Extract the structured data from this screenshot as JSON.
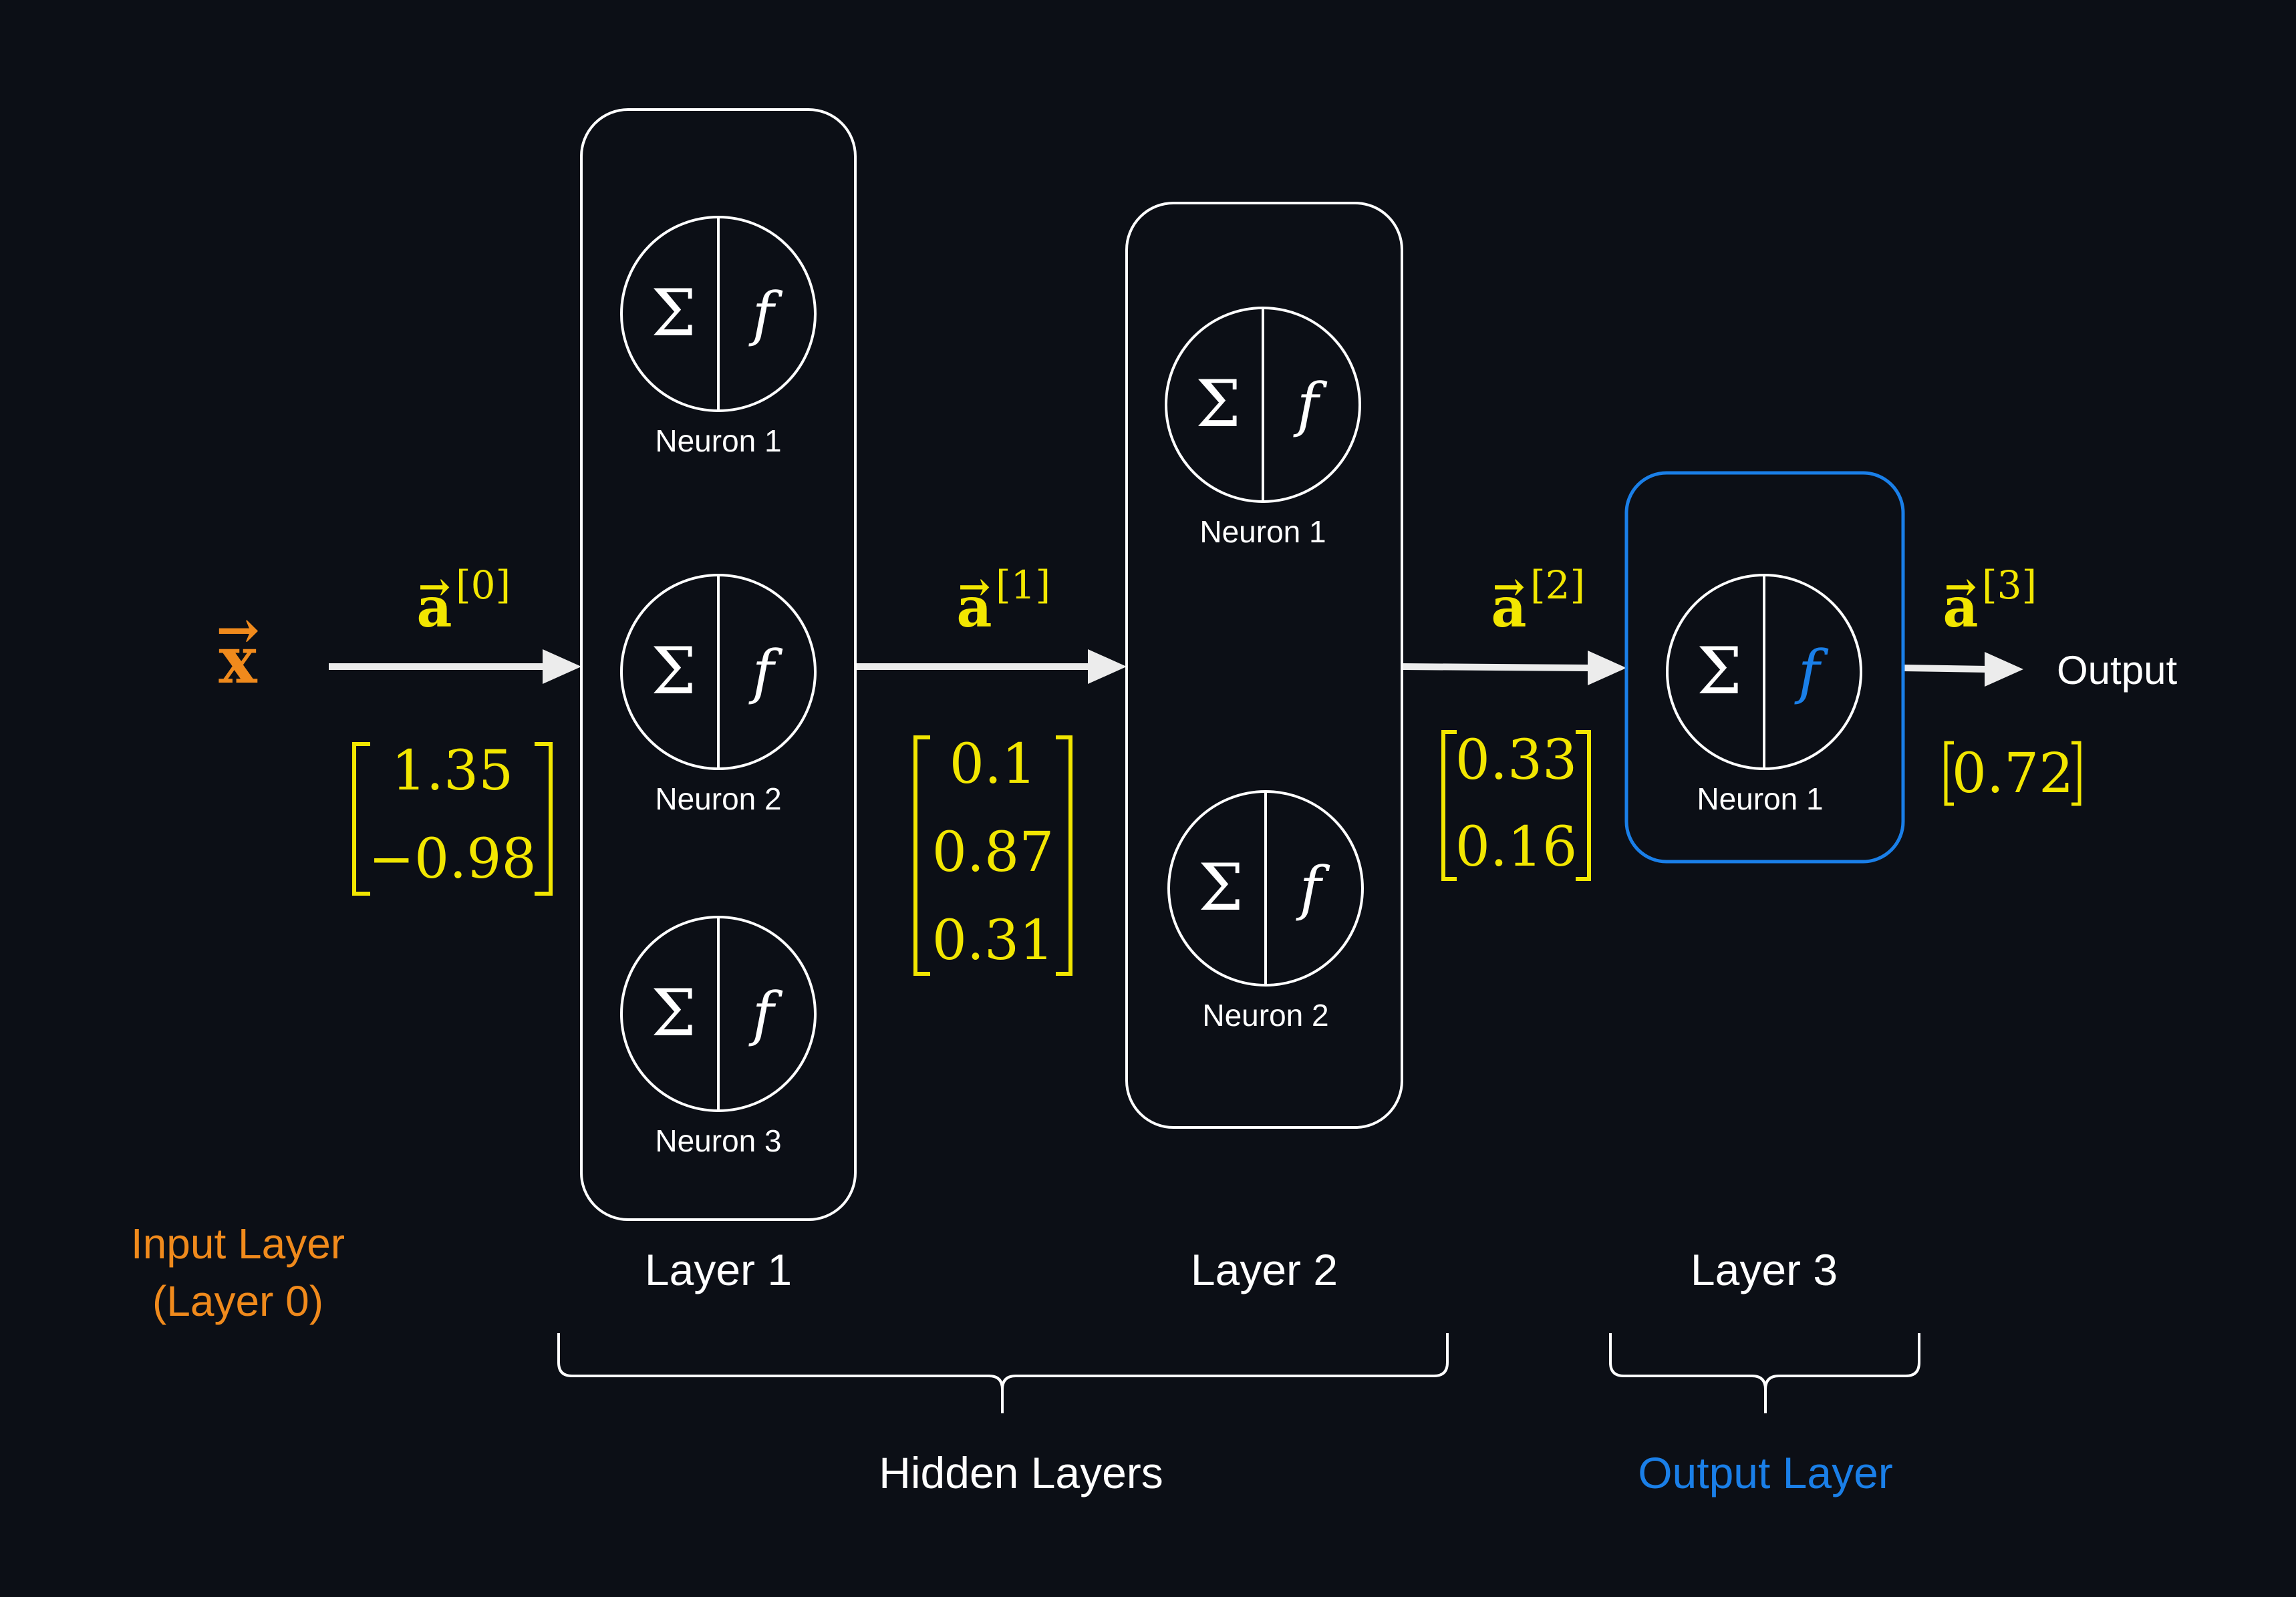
{
  "input": {
    "symbol": "x",
    "arrow": "→",
    "label_line1": "Input Layer",
    "label_line2": "(Layer 0)"
  },
  "activations": [
    {
      "base": "a",
      "arrow": "→",
      "sup": "[0]",
      "values": [
        "1.35",
        "−0.98"
      ]
    },
    {
      "base": "a",
      "arrow": "→",
      "sup": "[1]",
      "values": [
        "0.1",
        "0.87",
        "0.31"
      ]
    },
    {
      "base": "a",
      "arrow": "→",
      "sup": "[2]",
      "values": [
        "0.33",
        "0.16"
      ]
    },
    {
      "base": "a",
      "arrow": "→",
      "sup": "[3]",
      "values": [
        "0.72"
      ]
    }
  ],
  "layers": [
    {
      "label": "Layer 1",
      "neurons": [
        "Neuron 1",
        "Neuron 2",
        "Neuron 3"
      ]
    },
    {
      "label": "Layer 2",
      "neurons": [
        "Neuron 1",
        "Neuron 2"
      ]
    },
    {
      "label": "Layer 3",
      "neurons": [
        "Neuron 1"
      ]
    }
  ],
  "neuron_symbols": {
    "sum": "Σ",
    "func": "f"
  },
  "output_label": "Output",
  "groups": {
    "hidden": "Hidden Layers",
    "output": "Output Layer"
  },
  "colors": {
    "background": "#0c0f16",
    "foreground": "#ffffff",
    "activation": "#f2e600",
    "input": "#f08a1c",
    "output_layer": "#1a7fe8"
  }
}
